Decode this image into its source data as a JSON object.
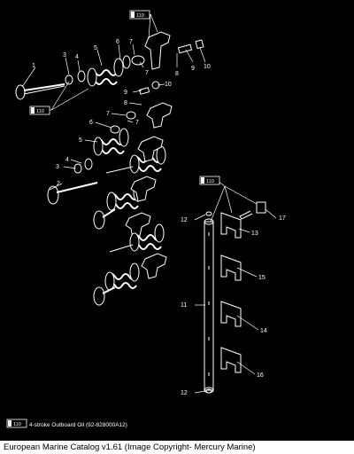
{
  "diagram": {
    "callouts": [
      {
        "id": "c1",
        "text": "1"
      },
      {
        "id": "c3a",
        "text": "3"
      },
      {
        "id": "c4a",
        "text": "4"
      },
      {
        "id": "c5a",
        "text": "5"
      },
      {
        "id": "c6a",
        "text": "6"
      },
      {
        "id": "c7a",
        "text": "7"
      },
      {
        "id": "c7b",
        "text": "7"
      },
      {
        "id": "c8a",
        "text": "8"
      },
      {
        "id": "c9a",
        "text": "9"
      },
      {
        "id": "c10a",
        "text": "10"
      },
      {
        "id": "c10b",
        "text": "10"
      },
      {
        "id": "c9b",
        "text": "9"
      },
      {
        "id": "c8b",
        "text": "8"
      },
      {
        "id": "c7c",
        "text": "7"
      },
      {
        "id": "c6b",
        "text": "6"
      },
      {
        "id": "c7d",
        "text": "7"
      },
      {
        "id": "c5b",
        "text": "5"
      },
      {
        "id": "c4b",
        "text": "4"
      },
      {
        "id": "c3b",
        "text": "3"
      },
      {
        "id": "c2",
        "text": "2"
      },
      {
        "id": "c12a",
        "text": "12"
      },
      {
        "id": "c13",
        "text": "13"
      },
      {
        "id": "c17",
        "text": "17"
      },
      {
        "id": "c15",
        "text": "15"
      },
      {
        "id": "c11",
        "text": "11"
      },
      {
        "id": "c14",
        "text": "14"
      },
      {
        "id": "c16",
        "text": "16"
      },
      {
        "id": "c12b",
        "text": "12"
      }
    ],
    "tags": [
      {
        "id": "tag-top",
        "text": "110"
      },
      {
        "id": "tag-left",
        "text": "110"
      },
      {
        "id": "tag-shaft",
        "text": "110"
      },
      {
        "id": "tag-legend",
        "text": "110"
      }
    ],
    "legend_text": "4-stroke Outboard Oil (92-828000A12)"
  },
  "footer": {
    "caption": "European Marine Catalog v1.61 (Image Copyright- Mercury Marine)"
  },
  "colors": {
    "background": "#000000",
    "ink": "#ffffff",
    "footer_bg": "#ffffff",
    "footer_text": "#000000"
  }
}
